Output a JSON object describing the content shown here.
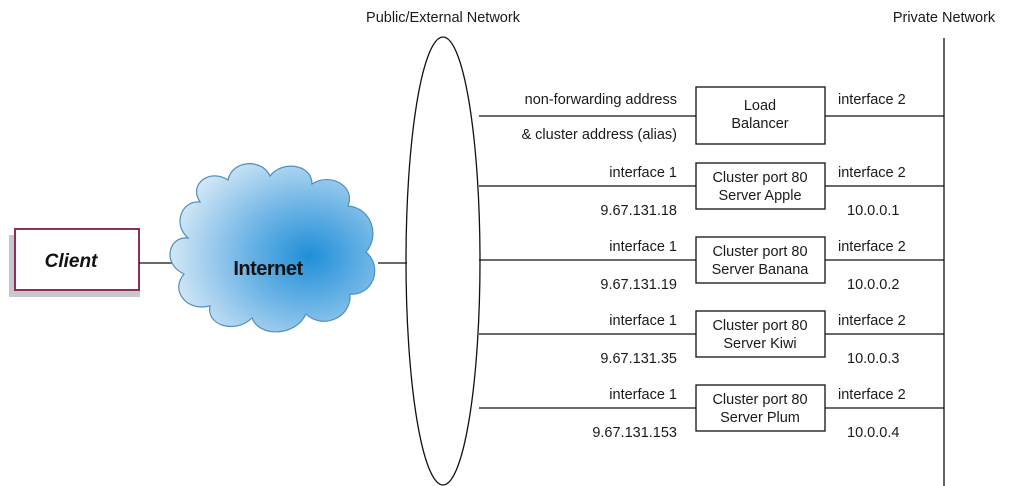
{
  "networks": {
    "public_label": "Public/External Network",
    "private_label": "Private Network"
  },
  "client": {
    "label": "Client"
  },
  "internet": {
    "label": "Internet"
  },
  "load_balancer": {
    "line1": "Load",
    "line2": "Balancer",
    "left_label_top": "non-forwarding address",
    "left_label_bottom": "& cluster address (alias)",
    "right_label_top": "interface 2"
  },
  "servers": [
    {
      "line1": "Cluster port 80",
      "line2": "Server Apple",
      "left_top": "interface 1",
      "left_bottom": "9.67.131.18",
      "right_top": "interface 2",
      "right_bottom": "10.0.0.1"
    },
    {
      "line1": "Cluster port 80",
      "line2": "Server Banana",
      "left_top": "interface 1",
      "left_bottom": "9.67.131.19",
      "right_top": "interface 2",
      "right_bottom": "10.0.0.2"
    },
    {
      "line1": "Cluster port 80",
      "line2": "Server Kiwi",
      "left_top": "interface 1",
      "left_bottom": "9.67.131.35",
      "right_top": "interface 2",
      "right_bottom": "10.0.0.3"
    },
    {
      "line1": "Cluster port 80",
      "line2": "Server Plum",
      "left_top": "interface 1",
      "left_bottom": "9.67.131.153",
      "right_top": "interface 2",
      "right_bottom": "10.0.0.4"
    }
  ],
  "colors": {
    "client_border": "#8b2f5c",
    "client_shadow": "#c8c8cc",
    "cloud_center": "#2a95dc",
    "cloud_edge": "#cfe4f4",
    "line": "#111111"
  }
}
